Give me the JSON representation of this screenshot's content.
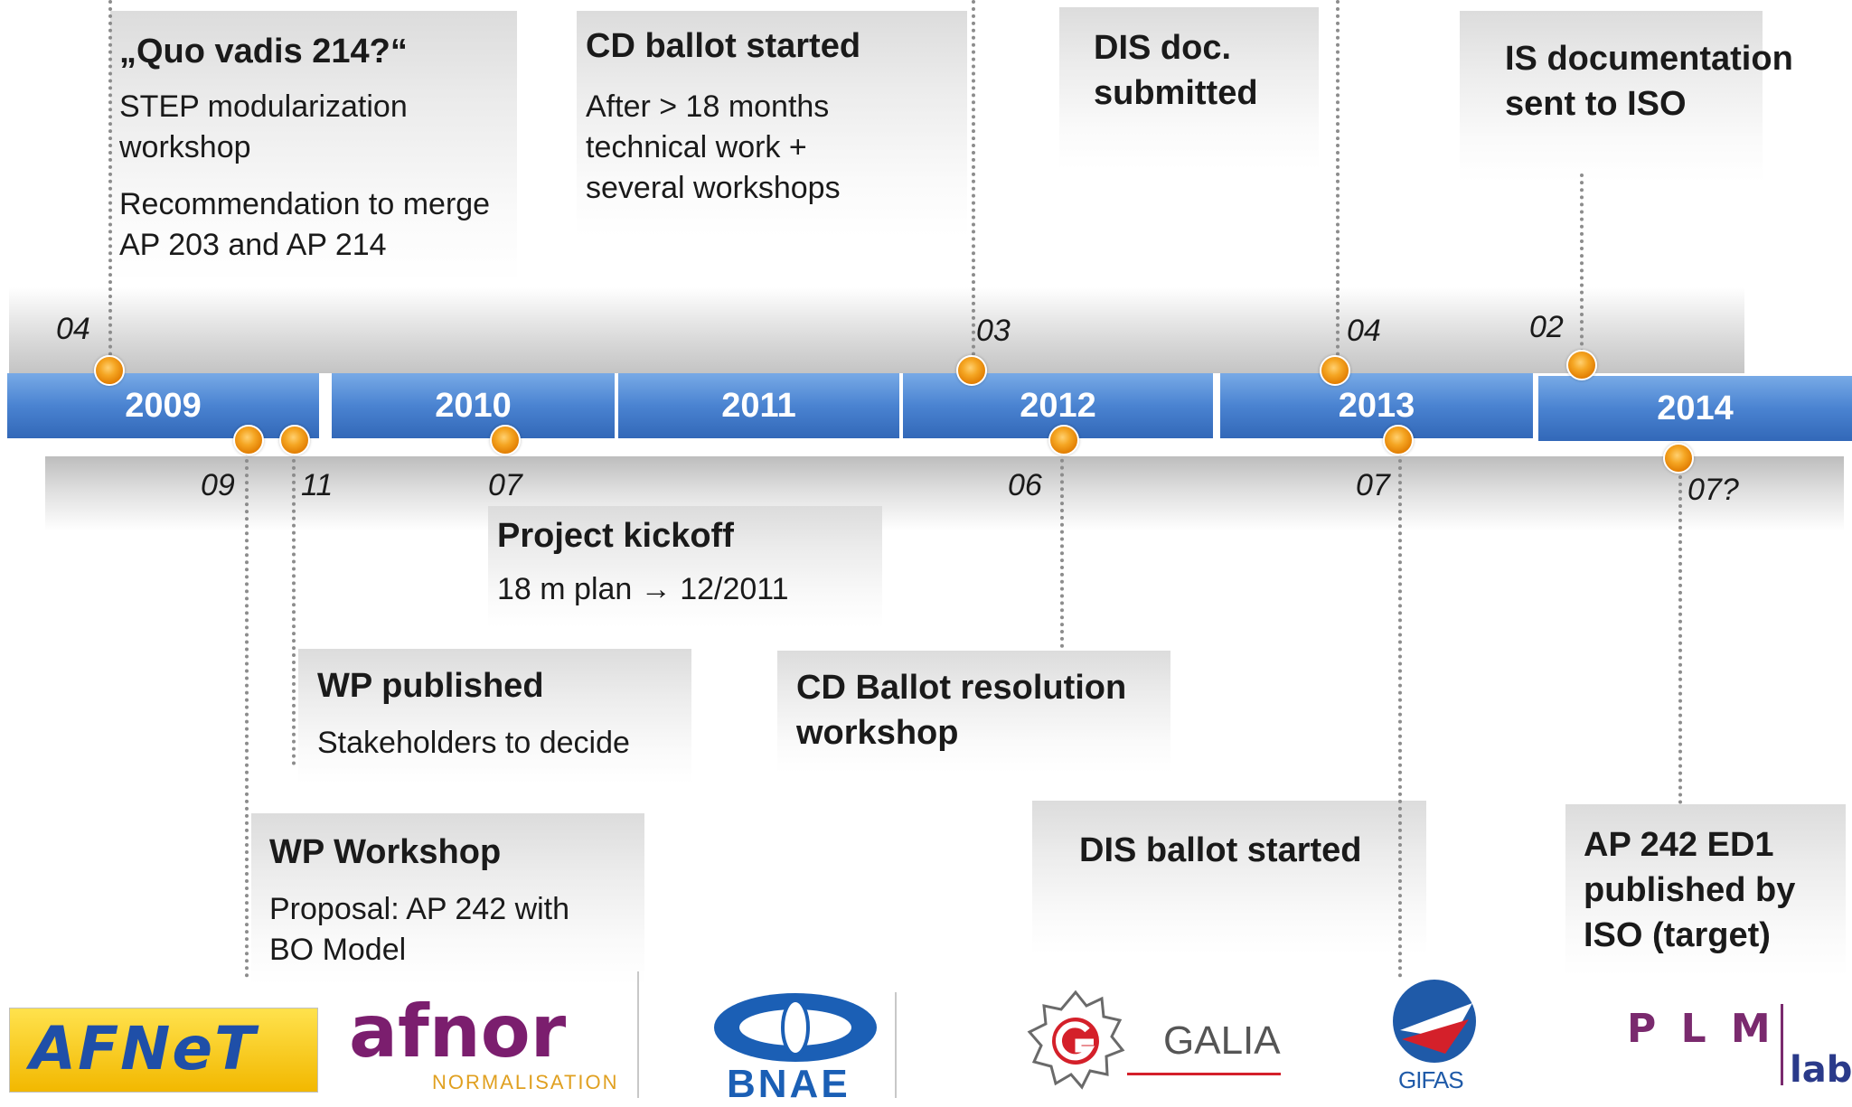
{
  "years": [
    "2009",
    "2010",
    "2011",
    "2012",
    "2013",
    "2014"
  ],
  "months_top": [
    "04",
    "03",
    "04",
    "02"
  ],
  "months_bottom": [
    "09",
    "11",
    "07",
    "06",
    "07",
    "07?"
  ],
  "events_top": [
    {
      "title": "„Quo vadis 214?“",
      "lines": [
        "STEP modularization workshop",
        "Recommendation to merge AP 203 and AP 214"
      ]
    },
    {
      "title": "CD ballot started",
      "lines": [
        "After > 18 months technical work + several workshops"
      ]
    },
    {
      "title": "DIS doc. submitted",
      "lines": []
    },
    {
      "title": "IS documentation sent to ISO",
      "lines": []
    }
  ],
  "events_bottom": [
    {
      "title": "Project kickoff",
      "lines": [
        "18 m plan → 12/2011"
      ]
    },
    {
      "title": "WP published",
      "lines": [
        "Stakeholders to decide"
      ]
    },
    {
      "title": "CD Ballot resolution workshop",
      "lines": []
    },
    {
      "title": "WP Workshop",
      "lines": [
        "Proposal: AP 242 with BO Model"
      ]
    },
    {
      "title": "DIS ballot started",
      "lines": []
    },
    {
      "title": "AP 242 ED1 published by ISO (target)",
      "lines": []
    }
  ],
  "logos": {
    "afnet": "AFNeT",
    "afnor": "afnor",
    "afnor_sub": "NORMALISATION",
    "bnae": "BNAE",
    "galia": "GALIA",
    "gifas": "GIFAS",
    "plm": "P L M",
    "plm_sub": "lab"
  },
  "colors": {
    "timeline_blue": "#4a83d1",
    "milestone_orange": "#f5a623",
    "box_gray": "#e6e6e6"
  }
}
